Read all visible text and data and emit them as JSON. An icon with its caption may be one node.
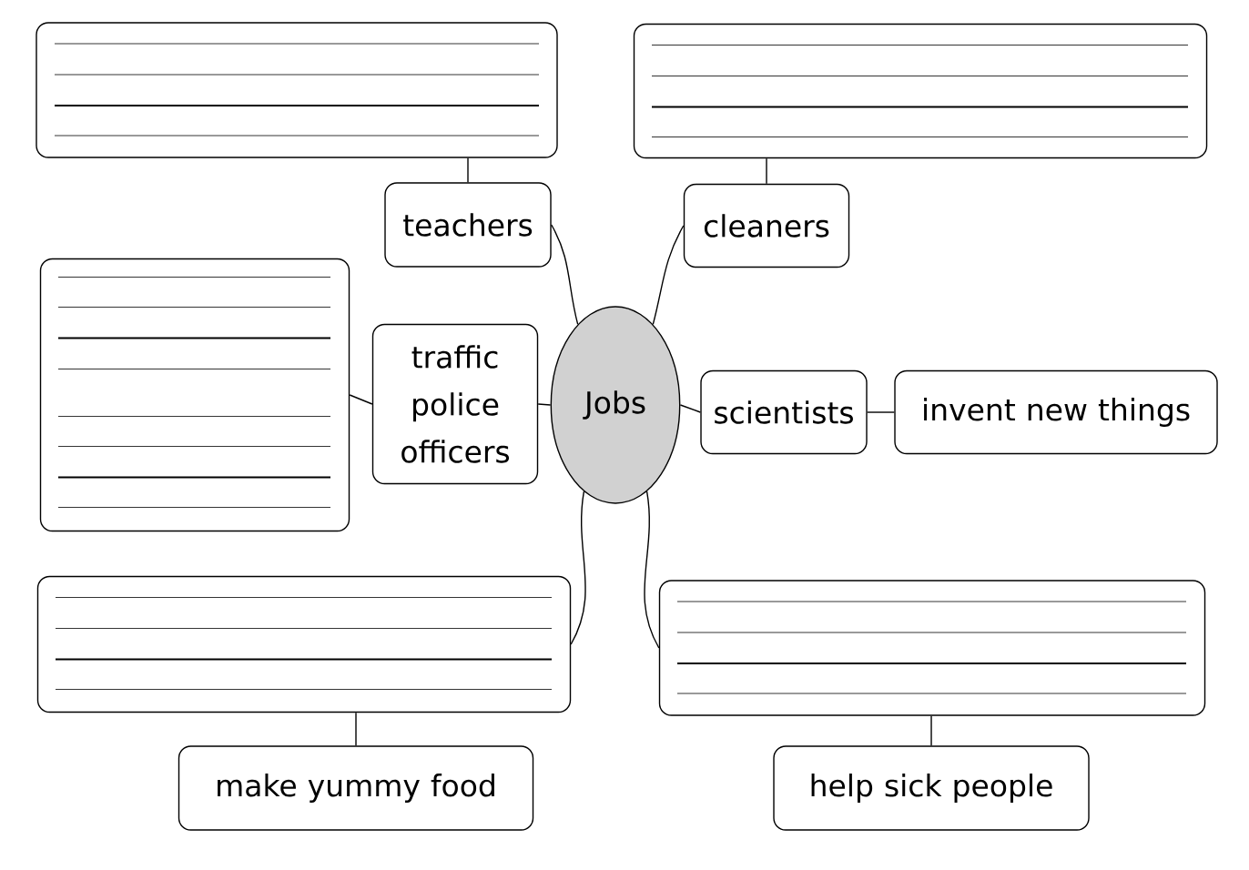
{
  "diagram": {
    "nodes": [
      {
        "text": [],
        "shape": "box"
      },
      {
        "text": [],
        "shape": "box"
      },
      {
        "text": [
          "teachers"
        ]
      },
      {
        "text": [
          "cleaners"
        ]
      },
      {
        "text": [],
        "shape": "box"
      },
      {
        "text": [
          "traffic police officers"
        ]
      },
      {
        "text": [
          "Jobs"
        ]
      },
      {
        "text": [
          "scientists"
        ]
      },
      {
        "text": [
          "invent new things"
        ]
      },
      {
        "text": [],
        "shape": "box"
      },
      {
        "text": [],
        "shape": "box"
      },
      {
        "text": [
          "make yummy food"
        ]
      },
      {
        "text": [
          "help sick people"
        ]
      }
    ],
    "edges": [
      {
        "from": 0,
        "to": 2,
        "arrow": "none"
      },
      {
        "from": 1,
        "to": 3,
        "arrow": "none"
      },
      {
        "from": 6,
        "to": 2,
        "arrow": "none"
      },
      {
        "from": 6,
        "to": 3,
        "arrow": "none"
      },
      {
        "from": 4,
        "to": 5,
        "arrow": "none"
      },
      {
        "from": 5,
        "to": 6,
        "arrow": "none"
      },
      {
        "from": 6,
        "to": 7,
        "arrow": "none"
      },
      {
        "from": 7,
        "to": 8,
        "arrow": "none"
      },
      {
        "from": 6,
        "to": 9,
        "arrow": "none"
      },
      {
        "from": 6,
        "to": 10,
        "arrow": "none"
      },
      {
        "from": 9,
        "to": 11,
        "arrow": "none"
      },
      {
        "from": 10,
        "to": 12,
        "arrow": "none"
      }
    ]
  }
}
